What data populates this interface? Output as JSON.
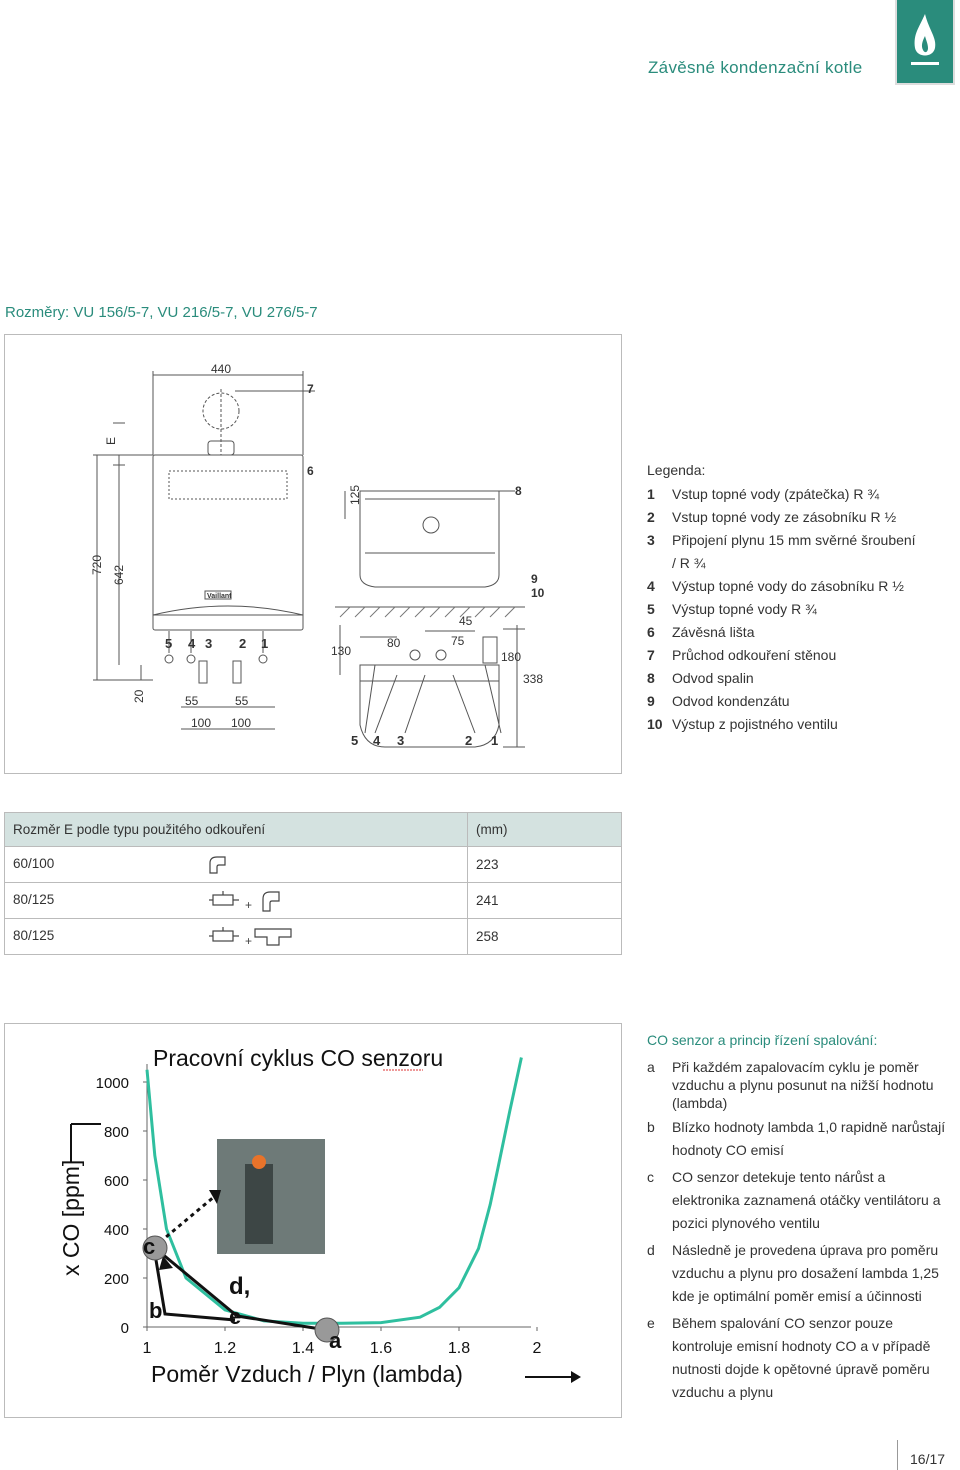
{
  "header": {
    "title": "Závěsné kondenzační kotle",
    "logo_icon": "flame-icon",
    "accent_color": "#2a8c7c"
  },
  "section": {
    "title": "Rozměry: VU 156/5-7, VU 216/5-7, VU 276/5-7"
  },
  "diagram": {
    "brand": "Vaillant",
    "top_dims": {
      "width": "440",
      "e": "E"
    },
    "left_dims": {
      "h720": "720",
      "h642": "642",
      "h20": "20"
    },
    "front_labels": {
      "n5": "5",
      "n4": "4",
      "n3": "3",
      "n2": "2",
      "n1": "1",
      "d55a": "55",
      "d55b": "55",
      "d100a": "100",
      "d100b": "100"
    },
    "side_labels": {
      "n7": "7",
      "n6": "6",
      "n8": "8",
      "n9": "9",
      "n10": "10",
      "d125": "125",
      "d130": "130",
      "d80": "80",
      "d45": "45",
      "d75": "75",
      "d180": "180",
      "d338": "338",
      "b5": "5",
      "b4": "4",
      "b3": "3",
      "b2": "2",
      "b1": "1"
    }
  },
  "legend": {
    "heading": "Legenda:",
    "items": [
      {
        "n": "1",
        "text": "Vstup topné vody (zpátečka) R ¾"
      },
      {
        "n": "2",
        "text": "Vstup topné vody ze zásobníku R ½"
      },
      {
        "n": "3",
        "text": "Připojení plynu 15 mm svěrné šroubení"
      },
      {
        "n": "",
        "text": "/ R ¾"
      },
      {
        "n": "4",
        "text": "Výstup topné vody do zásobníku R ½"
      },
      {
        "n": "5",
        "text": "Výstup topné vody R ¾"
      },
      {
        "n": "6",
        "text": "Závěsná lišta"
      },
      {
        "n": "7",
        "text": "Průchod odkouření stěnou"
      },
      {
        "n": "8",
        "text": "Odvod spalin"
      },
      {
        "n": "9",
        "text": "Odvod kondenzátu"
      },
      {
        "n": "10",
        "text": "Výstup z pojistného ventilu"
      }
    ]
  },
  "dim_table": {
    "header": {
      "label": "Rozměr E podle typu použitého odkouření",
      "unit": "(mm)"
    },
    "rows": [
      {
        "type": "60/100",
        "value": "223"
      },
      {
        "type": "80/125",
        "value": "241"
      },
      {
        "type": "80/125",
        "value": "258"
      }
    ]
  },
  "chart_data": {
    "type": "line",
    "title": "Pracovní cyklus CO senzoru",
    "xlabel": "Poměr Vzduch / Plyn (lambda)",
    "ylabel": "x CO [ppm]",
    "x_ticks": [
      "1",
      "1.2",
      "1.4",
      "1.6",
      "1.8",
      "2"
    ],
    "y_ticks": [
      "0",
      "200",
      "400",
      "600",
      "800",
      "1000"
    ],
    "xlim": [
      1,
      2
    ],
    "ylim": [
      0,
      1000
    ],
    "series": [
      {
        "x": [
          1.0,
          1.02,
          1.05,
          1.1,
          1.2,
          1.3,
          1.4,
          1.5,
          1.6,
          1.7,
          1.75,
          1.8,
          1.85,
          1.88,
          1.9,
          1.93,
          1.96
        ],
        "y": [
          1050,
          700,
          400,
          200,
          70,
          25,
          15,
          15,
          18,
          40,
          80,
          160,
          320,
          500,
          650,
          880,
          1100
        ]
      }
    ],
    "points": [
      {
        "label": "a",
        "x": 1.45,
        "y": 0
      },
      {
        "label": "b",
        "x": 1.04,
        "y": 80
      },
      {
        "label": "c",
        "x": 1.05,
        "y": 200
      },
      {
        "label": "d,",
        "x": 1.45,
        "y": 0
      },
      {
        "label": "e",
        "x": 1.22,
        "y": 40
      }
    ],
    "grid": false
  },
  "co_section": {
    "title": "CO senzor a princip řízení spalování:",
    "items": [
      {
        "n": "a",
        "text": "Při každém zapalovacím cyklu je poměr vzduchu a plynu posunut na nižší hodnotu (lambda)"
      },
      {
        "n": "b",
        "text": "Blízko hodnoty lambda 1,0 rapidně narůstají hodnoty CO emisí"
      },
      {
        "n": "c",
        "text": "CO senzor detekuje tento nárůst a elektronika zaznamená otáčky ventilátoru a pozici plynového ventilu"
      },
      {
        "n": "d",
        "text": "Následně je provedena úprava pro poměru vzduchu a plynu pro dosažení lambda 1,25 kde je optimální poměr emisí a účinnosti"
      },
      {
        "n": "e",
        "text": "Během spalování CO senzor pouze kontroluje emisní hodnoty CO a v případě nutnosti dojde k opětovné úpravě poměru vzduchu a plynu"
      }
    ]
  },
  "page": {
    "number": "16/17"
  }
}
